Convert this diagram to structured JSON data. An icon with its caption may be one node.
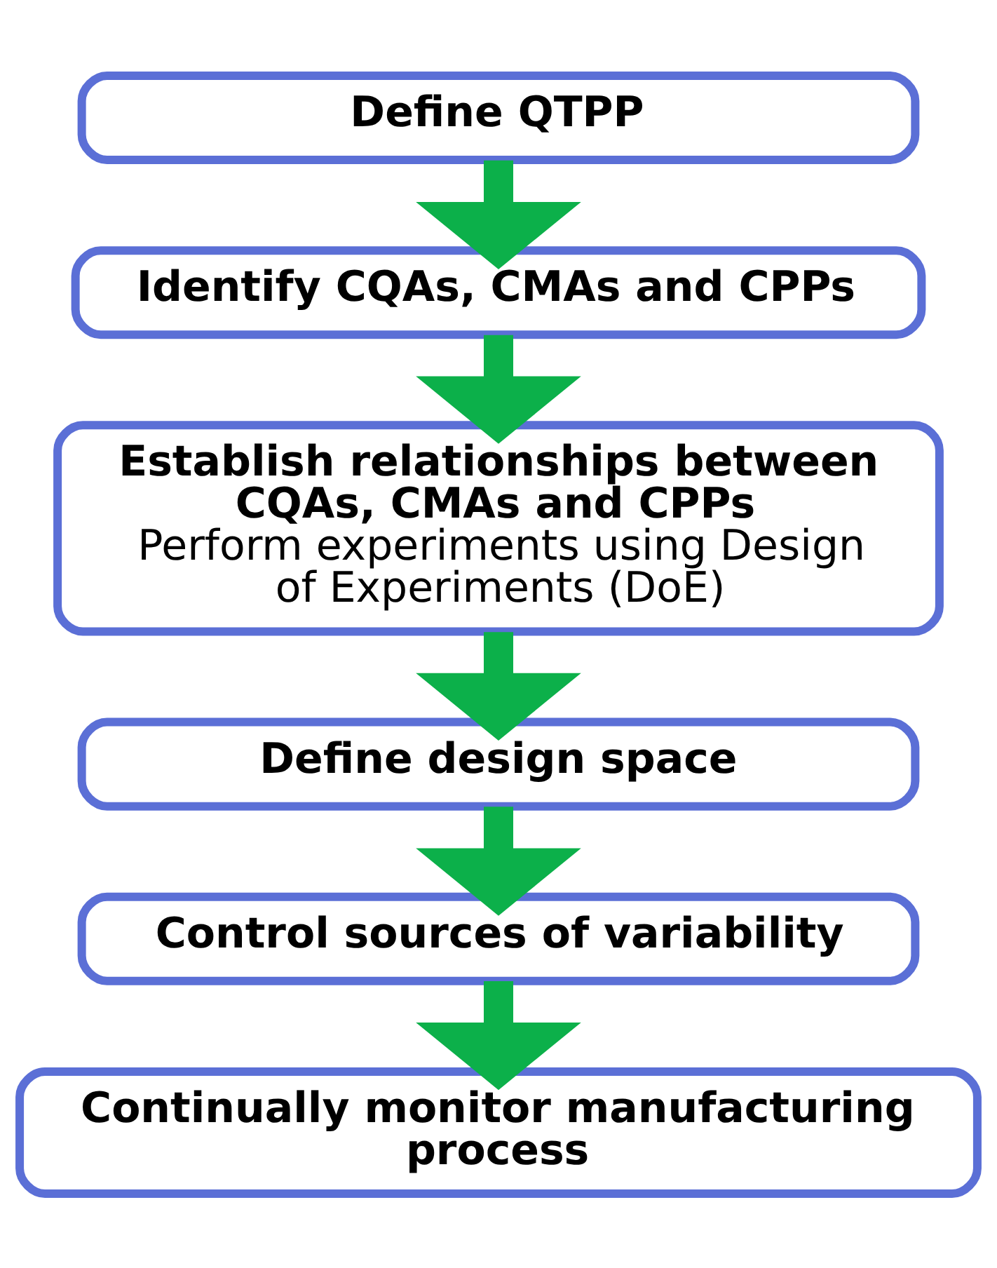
{
  "diagram": {
    "nodes": [
      {
        "text": [
          "Define QTPP"
        ]
      },
      {
        "text": [
          "Identify CQAs, CMAs and CPPs"
        ]
      },
      {
        "text": [
          "Establish relationships between CQAs, CMAs and CPPs",
          "Perform experiments using Design of Experiments (DoE)"
        ]
      },
      {
        "text": [
          "Define design space"
        ]
      },
      {
        "text": [
          "Control sources of variability"
        ]
      },
      {
        "text": [
          "Continually monitor manufacturing process"
        ]
      }
    ],
    "edges": [
      {
        "from": 0,
        "to": 1,
        "arrow": "to"
      },
      {
        "from": 1,
        "to": 2,
        "arrow": "to"
      },
      {
        "from": 2,
        "to": 3,
        "arrow": "to"
      },
      {
        "from": 3,
        "to": 4,
        "arrow": "to"
      },
      {
        "from": 4,
        "to": 5,
        "arrow": "to"
      }
    ]
  }
}
